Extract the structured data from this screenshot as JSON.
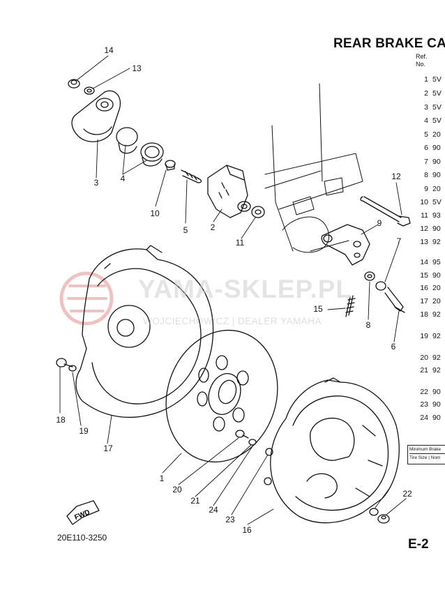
{
  "header": {
    "title": "REAR BRAKE CA",
    "ref_label": "Ref.",
    "no_label": "No."
  },
  "ref_rows": [
    {
      "no": "1",
      "code": "5V"
    },
    {
      "no": "2",
      "code": "5V"
    },
    {
      "no": "3",
      "code": "5V"
    },
    {
      "no": "4",
      "code": "5V"
    },
    {
      "no": "5",
      "code": "20"
    },
    {
      "no": "6",
      "code": "90"
    },
    {
      "no": "7",
      "code": "90"
    },
    {
      "no": "8",
      "code": "90"
    },
    {
      "no": "9",
      "code": "20"
    },
    {
      "no": "10",
      "code": "5V"
    },
    {
      "no": "11",
      "code": "93"
    },
    {
      "no": "12",
      "code": "90"
    },
    {
      "no": "13",
      "code": "92"
    },
    {
      "no": "14",
      "code": "95"
    },
    {
      "no": "15",
      "code": "90"
    },
    {
      "no": "16",
      "code": "20"
    },
    {
      "no": "17",
      "code": "20"
    },
    {
      "no": "18",
      "code": "92"
    },
    {
      "no": "19",
      "code": "92"
    },
    {
      "no": "20",
      "code": "92"
    },
    {
      "no": "21",
      "code": "92"
    },
    {
      "no": "22",
      "code": "90"
    },
    {
      "no": "23",
      "code": "90"
    },
    {
      "no": "24",
      "code": "90"
    }
  ],
  "spec_box": {
    "line1": "Minimum Brake",
    "line2": "Tire Size | Nom"
  },
  "callouts": [
    "14",
    "13",
    "3",
    "4",
    "10",
    "5",
    "2",
    "11",
    "12",
    "9",
    "7",
    "15",
    "8",
    "6",
    "18",
    "19",
    "17",
    "1",
    "20",
    "21",
    "24",
    "23",
    "16",
    "22"
  ],
  "fwd_label": "FWD",
  "part_code": "20E110-3250",
  "page_code": "E-2",
  "watermark": {
    "main": "YAMA-SKLEP.PL",
    "sub": "WOJCIECHOWICZ | DEALER YAMAHA"
  }
}
